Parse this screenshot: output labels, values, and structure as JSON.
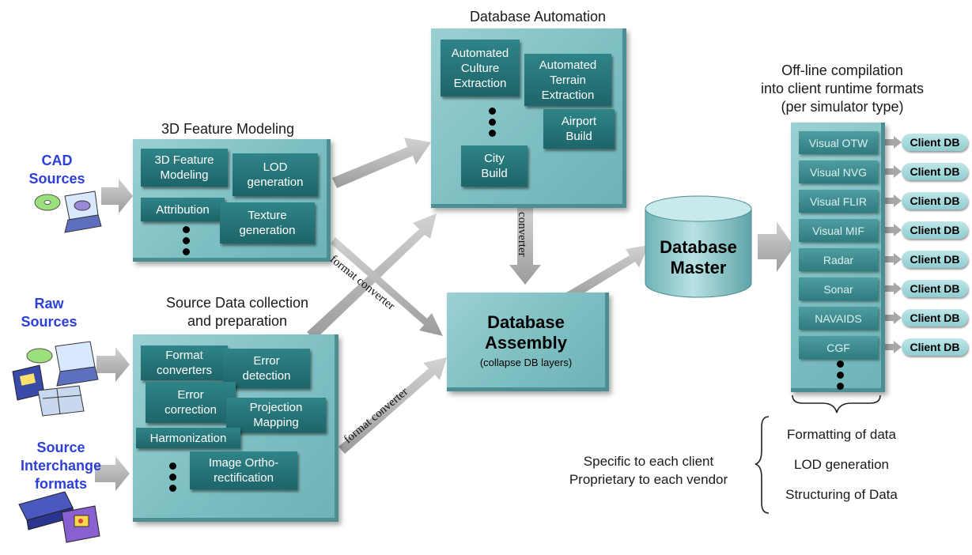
{
  "sources": {
    "cad": "CAD\nSources",
    "raw": "Raw\nSources",
    "interchange": "Source\nInterchange\nformats"
  },
  "feature_modeling": {
    "title": "3D Feature Modeling",
    "items": [
      "3D Feature\nModeling",
      "LOD\ngeneration",
      "Attribution",
      "Texture\ngeneration"
    ]
  },
  "source_data": {
    "title": "Source Data collection\nand preparation",
    "items": [
      "Format\nconverters",
      "Error\ndetection",
      "Error\ncorrection",
      "Projection\nMapping",
      "Harmonization",
      "Image Ortho-\nrectification"
    ]
  },
  "db_automation": {
    "title": "Database Automation",
    "items": [
      "Automated\nCulture\nExtraction",
      "Automated\nTerrain\nExtraction",
      "Airport\nBuild",
      "City\nBuild"
    ]
  },
  "db_assembly": {
    "title": "Database\nAssembly",
    "subtitle": "(collapse DB layers)"
  },
  "db_master": "Database\nMaster",
  "offline": {
    "caption": "Off-line compilation\ninto client runtime formats\n(per simulator type)",
    "items": [
      "Visual OTW",
      "Visual NVG",
      "Visual FLIR",
      "Visual MIF",
      "Radar",
      "Sonar",
      "NAVAIDS",
      "CGF"
    ],
    "client_label": "Client DB"
  },
  "converters": {
    "format_converter_1": "format converter",
    "format_converter_2": "format converter",
    "converter": "converter"
  },
  "notes": {
    "left": "Specific to each client\nProprietary to each vendor",
    "right": [
      "Formatting of data",
      "LOD generation",
      "Structuring of Data"
    ]
  },
  "colors": {
    "panel": "#7ebfc2",
    "sub_box": "#1d6569",
    "source_label": "#2c3fd6",
    "arrow": "#b4b4b4"
  }
}
